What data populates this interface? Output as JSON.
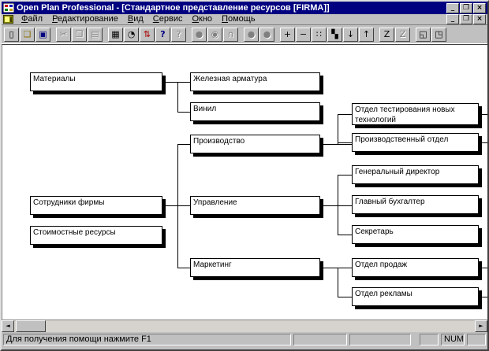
{
  "window": {
    "title": "Open Plan Professional - [Стандартное представление ресурсов [FIRMA]]",
    "controls": {
      "minimize": "_",
      "restore": "❐",
      "close": "×"
    }
  },
  "menu": {
    "items": [
      {
        "mn": "Ф",
        "rest": "айл"
      },
      {
        "mn": "Р",
        "rest": "едактирование"
      },
      {
        "mn": "В",
        "rest": "ид"
      },
      {
        "mn": "С",
        "rest": "ервис"
      },
      {
        "mn": "О",
        "rest": "кно"
      },
      {
        "mn": "П",
        "rest": "омощь"
      }
    ]
  },
  "toolbar": {
    "buttons": [
      {
        "name": "new-document",
        "glyph": "▯"
      },
      {
        "name": "open",
        "glyph": "❏"
      },
      {
        "name": "save",
        "glyph": "▣"
      },
      {
        "name": "cut",
        "glyph": "✂"
      },
      {
        "name": "copy",
        "glyph": "❐"
      },
      {
        "name": "paste",
        "glyph": "▤"
      },
      {
        "name": "print",
        "glyph": "▦"
      },
      {
        "name": "print-preview",
        "glyph": "◔"
      },
      {
        "name": "exchange",
        "glyph": "⇅"
      },
      {
        "name": "help",
        "glyph": "?"
      },
      {
        "name": "context-help",
        "glyph": "?"
      },
      {
        "name": "shape-circle-1",
        "glyph": "●"
      },
      {
        "name": "shape-circle-help",
        "glyph": "◉"
      },
      {
        "name": "shape-arch",
        "glyph": "∩"
      },
      {
        "name": "shape-circle-2",
        "glyph": "●"
      },
      {
        "name": "shape-circle-3",
        "glyph": "●"
      },
      {
        "name": "add-node",
        "glyph": "+"
      },
      {
        "name": "remove-node",
        "glyph": "−"
      },
      {
        "name": "link-nodes",
        "glyph": "∷"
      },
      {
        "name": "steps",
        "glyph": "▚"
      },
      {
        "name": "move-down",
        "glyph": "↓"
      },
      {
        "name": "move-up",
        "glyph": "↑"
      },
      {
        "name": "sort-z",
        "glyph": "Z"
      },
      {
        "name": "sort-z-alt",
        "glyph": "Z"
      },
      {
        "name": "window-layout",
        "glyph": "◱"
      },
      {
        "name": "window-arrange",
        "glyph": "◳"
      }
    ]
  },
  "diagram": {
    "nodes": [
      {
        "label": "Материалы"
      },
      {
        "label": "Сотрудники фирмы"
      },
      {
        "label": "Стоимостные ресурсы"
      },
      {
        "label": "Железная арматура"
      },
      {
        "label": "Винил"
      },
      {
        "label": "Производство"
      },
      {
        "label": "Управление"
      },
      {
        "label": "Маркетинг"
      },
      {
        "label": "Отдел тестирования новых технологий"
      },
      {
        "label": "Производственный отдел"
      },
      {
        "label": "Генеральный директор"
      },
      {
        "label": "Главный бухгалтер"
      },
      {
        "label": "Секретарь"
      },
      {
        "label": "Отдел продаж"
      },
      {
        "label": "Отдел рекламы"
      }
    ]
  },
  "scrollbar": {
    "left": "◄",
    "right": "►"
  },
  "statusbar": {
    "message": "Для получения помощи нажмите F1",
    "num": "NUM"
  },
  "colors": {
    "titlebar": "#000080",
    "chrome": "#c0c0c0",
    "canvas": "#ffffff",
    "line": "#000000"
  }
}
